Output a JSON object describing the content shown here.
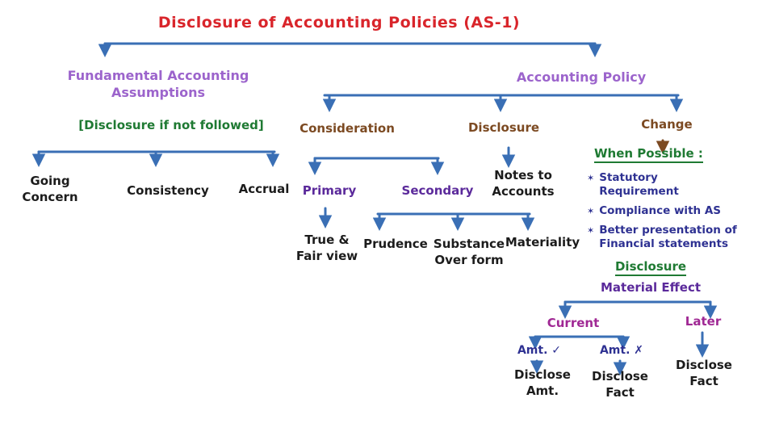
{
  "palette": {
    "red": "#d9252b",
    "blue": "#3a6fb5",
    "purple-light": "#9c64cc",
    "purple-dark": "#5b2a9b",
    "brown": "#7c4a22",
    "green": "#1f7a33",
    "navy": "#2e3192",
    "magenta": "#a02894",
    "ink": "#1c1c1c"
  },
  "title": "Disclosure of Accounting Policies (AS-1)",
  "fundamental": {
    "heading": "Fundamental Accounting\nAssumptions",
    "note": "[Disclosure if not followed]",
    "assumptions": [
      "Going\nConcern",
      "Consistency",
      "Accrual"
    ]
  },
  "policy": {
    "heading": "Accounting Policy",
    "consideration": {
      "label": "Consideration",
      "primary": {
        "label": "Primary",
        "child": "True &\nFair view"
      },
      "secondary": {
        "label": "Secondary",
        "children": [
          "Prudence",
          "Substance\nOver form",
          "Materiality"
        ]
      }
    },
    "disclosure": {
      "label": "Disclosure",
      "child": "Notes to\nAccounts"
    },
    "change": {
      "label": "Change",
      "when_possible": {
        "heading": "When Possible :",
        "bullet_glyph": "✶",
        "bullets": [
          "Statutory Requirement",
          "Compliance with AS",
          "Better presentation of\nFinancial statements"
        ]
      },
      "disclosure_heading": "Disclosure",
      "material_effect": "Material Effect",
      "current": {
        "label": "Current",
        "amount_known": {
          "label": "Amt. ✓",
          "child": "Disclose\nAmt."
        },
        "amount_unknown": {
          "label": "Amt. ✗",
          "child": "Disclose\nFact"
        }
      },
      "later": {
        "label": "Later",
        "child": "Disclose\nFact"
      }
    }
  }
}
